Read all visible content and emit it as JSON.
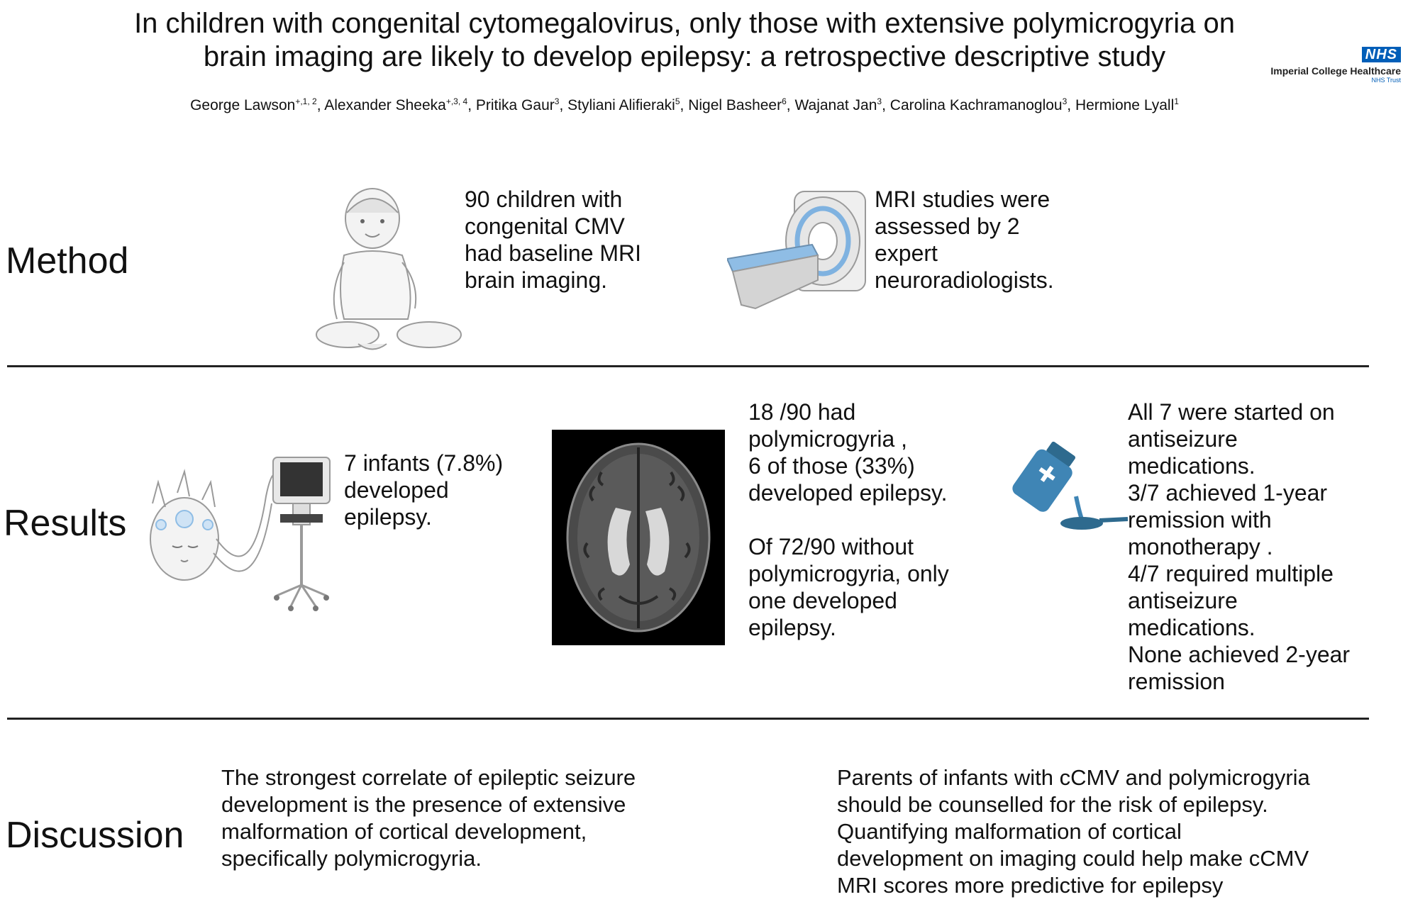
{
  "header": {
    "title_line1": "In children with congenital cytomegalovirus, only those with extensive polymicrogyria on",
    "title_line2": "brain imaging are likely to develop epilepsy: a retrospective descriptive study",
    "authors": [
      {
        "name": "George Lawson",
        "sup": "+,1, 2"
      },
      {
        "name": "Alexander Sheeka",
        "sup": "+,3, 4"
      },
      {
        "name": "Pritika Gaur",
        "sup": "3"
      },
      {
        "name": "Styliani Alifieraki",
        "sup": "5"
      },
      {
        "name": "Nigel Basheer",
        "sup": "6"
      },
      {
        "name": "Wajanat Jan",
        "sup": "3"
      },
      {
        "name": "Carolina Kachramanoglou",
        "sup": "3"
      },
      {
        "name": "Hermione Lyall",
        "sup": "1"
      }
    ]
  },
  "logo": {
    "nhs": "NHS",
    "org": "Imperial College Healthcare",
    "trust": "NHS Trust",
    "color": "#005EB8"
  },
  "method": {
    "label": "Method",
    "text1": [
      "90 children with",
      "congenital CMV",
      "had baseline MRI",
      "brain imaging."
    ],
    "text2": [
      "MRI studies were",
      "assessed by 2",
      "expert",
      "neuroradiologists."
    ]
  },
  "results": {
    "label": "Results",
    "text1": [
      "7 infants (7.8%)",
      "developed",
      "epilepsy."
    ],
    "text2": [
      "18 /90 had",
      "polymicrogyria ,",
      "6 of those (33%)",
      "developed epilepsy.",
      "",
      "Of 72/90 without",
      "polymicrogyria, only",
      "one developed",
      "epilepsy."
    ],
    "text3": [
      "All 7 were started on",
      "antiseizure",
      "medications.",
      "3/7 achieved 1-year",
      "remission with",
      "monotherapy .",
      "4/7 required multiple",
      "antiseizure",
      "medications.",
      "None achieved 2-year",
      "remission"
    ]
  },
  "discussion": {
    "label": "Discussion",
    "text1": [
      "The strongest correlate of epileptic seizure",
      "development is the presence of extensive",
      "malformation of cortical development,",
      "specifically polymicrogyria."
    ],
    "text2": [
      "Parents of infants with cCMV and polymicrogyria",
      "should be counselled for the risk of epilepsy.",
      "Quantifying malformation of cortical",
      "development on imaging could help make cCMV",
      "MRI scores more predictive for epilepsy"
    ]
  },
  "icons": {
    "baby": "baby-icon",
    "mri": "mri-scanner-icon",
    "eeg": "eeg-monitor-icon",
    "brain_scan": "brain-mri-image",
    "medicine": "medicine-bottle-icon",
    "accent": "#2E6A8E"
  }
}
